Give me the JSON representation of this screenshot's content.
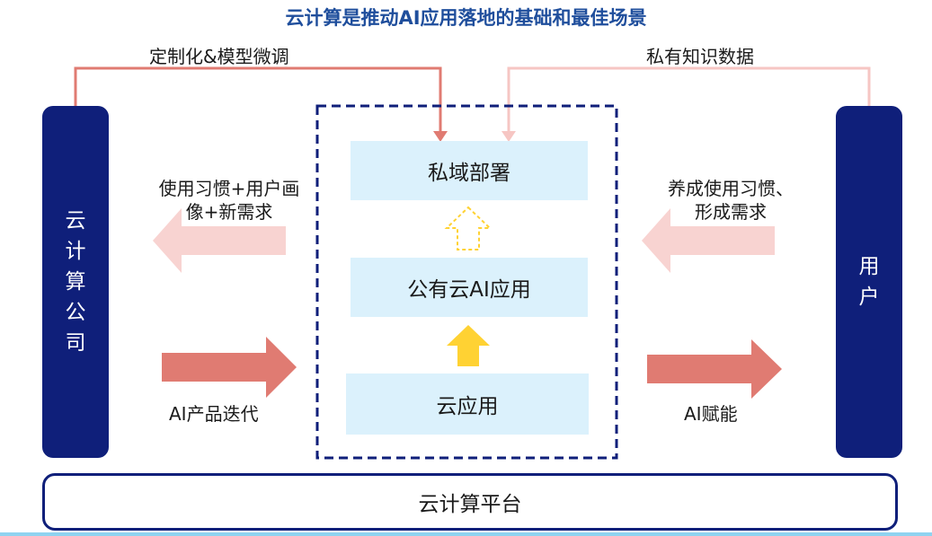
{
  "title": "云计算是推动AI应用落地的基础和最佳场景",
  "left_pillar": "云计算公司",
  "right_pillar": "用户",
  "top_left_label": "定制化&模型微调",
  "top_right_label": "私有知识数据",
  "stack": {
    "top": "私域部署",
    "middle": "公有云AI应用",
    "bottom": "云应用"
  },
  "left_upper_label_line1": "使用习惯+用户画",
  "left_upper_label_line2": "像+新需求",
  "left_lower_label": "AI产品迭代",
  "right_upper_label_line1": "养成使用习惯、",
  "right_upper_label_line2": "形成需求",
  "right_lower_label": "AI赋能",
  "platform": "云计算平台",
  "colors": {
    "navy": "#0f1f7a",
    "panel": "#dbf1fc",
    "salmon": "#e07b72",
    "pink": "#f8d3d1",
    "yellow": "#ffd233",
    "title": "#1f4e9c"
  }
}
